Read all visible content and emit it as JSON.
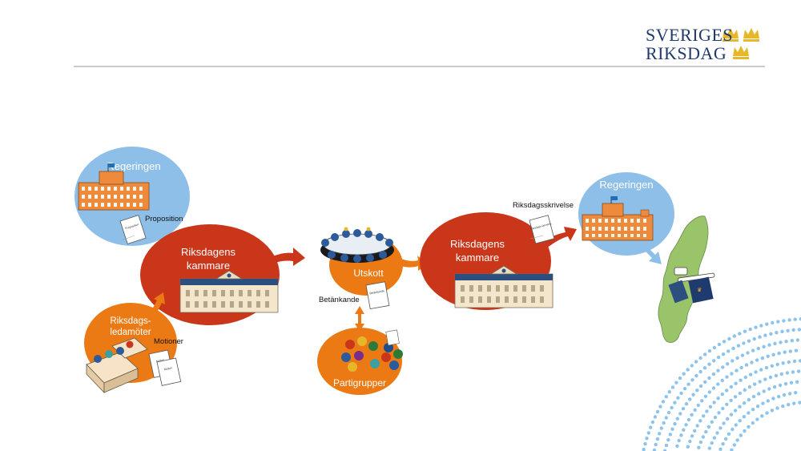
{
  "header": {
    "logo_line1": "SVERIGES",
    "logo_line2": "RIKSDAG"
  },
  "diagram": {
    "regeringen_left": "Regeringen",
    "proposition": "Proposition",
    "riksdagens_kammare_1_line1": "Riksdagens",
    "riksdagens_kammare_1_line2": "kammare",
    "riksdagsledamoter_line1": "Riksdags-",
    "riksdagsledamoter_line2": "ledamöter",
    "motioner": "Motioner",
    "utskott": "Utskott",
    "betankande": "Betänkande",
    "partigrupper": "Partigrupper",
    "riksdagens_kammare_2_line1": "Riksdagens",
    "riksdagens_kammare_2_line2": "kammare",
    "riksdagsskrivelse": "Riksdagsskrivelse",
    "regeringen_right": "Regeringen",
    "doc_proposition": "Proposition",
    "doc_betankande": "Betänkande",
    "doc_riksdagsskrivelse": "Riksdags-skrivelse",
    "doc_motion": "Motion"
  },
  "colors": {
    "navy": "#1f3a6e",
    "gold": "#e6b729",
    "light_blue": "#8dbfe8",
    "red": "#c9361a",
    "orange": "#ec7a14",
    "building_orange": "#ee8a3c",
    "dot_blue": "#8cc4ee"
  }
}
